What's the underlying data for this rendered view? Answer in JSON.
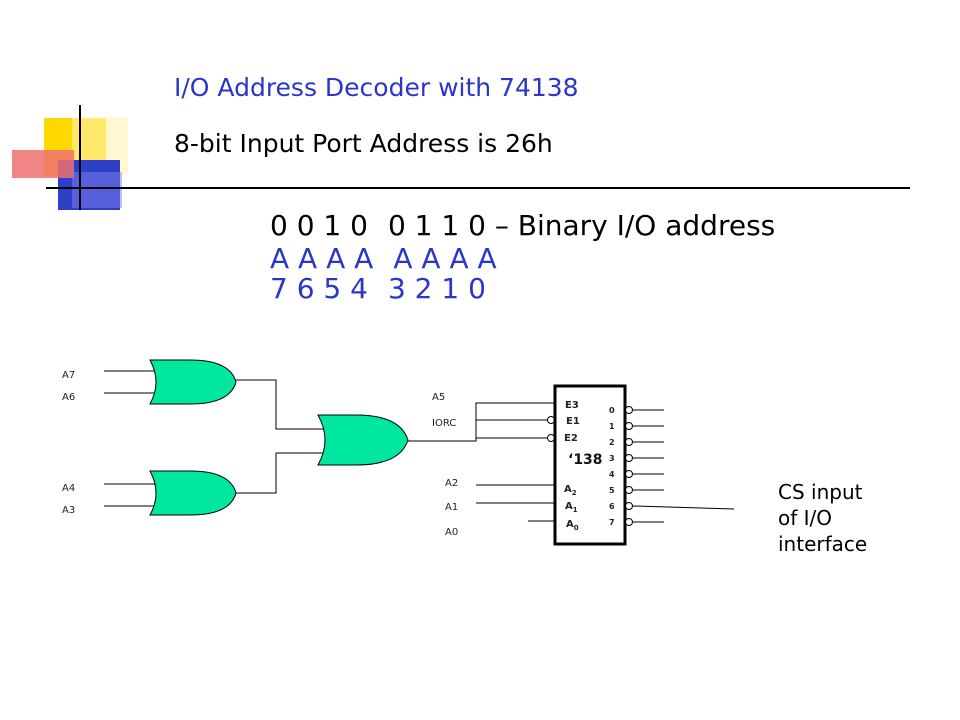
{
  "slide": {
    "title": "I/O Address Decoder with 74138",
    "subtitle": "8-bit Input Port Address is 26h",
    "binary": {
      "bits_high": "0 0 1 0",
      "bits_low": "0 1 1 0",
      "caption": "– Binary I/O address",
      "letter_high": "A A A A",
      "letter_low": "A A A A",
      "index_high": "7 6 5 4",
      "index_low": "3 2 1 0"
    },
    "accent_color": "#2a36c8"
  },
  "diagram": {
    "inputs": [
      "A7",
      "A6",
      "A4",
      "A3",
      "A5",
      "IORC",
      "A2",
      "A1",
      "A0"
    ],
    "chip": {
      "name": "‘138",
      "enable_pins": [
        "E3",
        "E1",
        "E2"
      ],
      "select_pins": [
        {
          "base": "A",
          "sub": "2"
        },
        {
          "base": "A",
          "sub": "1"
        },
        {
          "base": "A",
          "sub": "0"
        }
      ],
      "outputs": [
        "0",
        "1",
        "2",
        "3",
        "4",
        "5",
        "6",
        "7"
      ]
    },
    "gate_color": "#00e8a0",
    "output_label": "CS input of I/O interface"
  }
}
